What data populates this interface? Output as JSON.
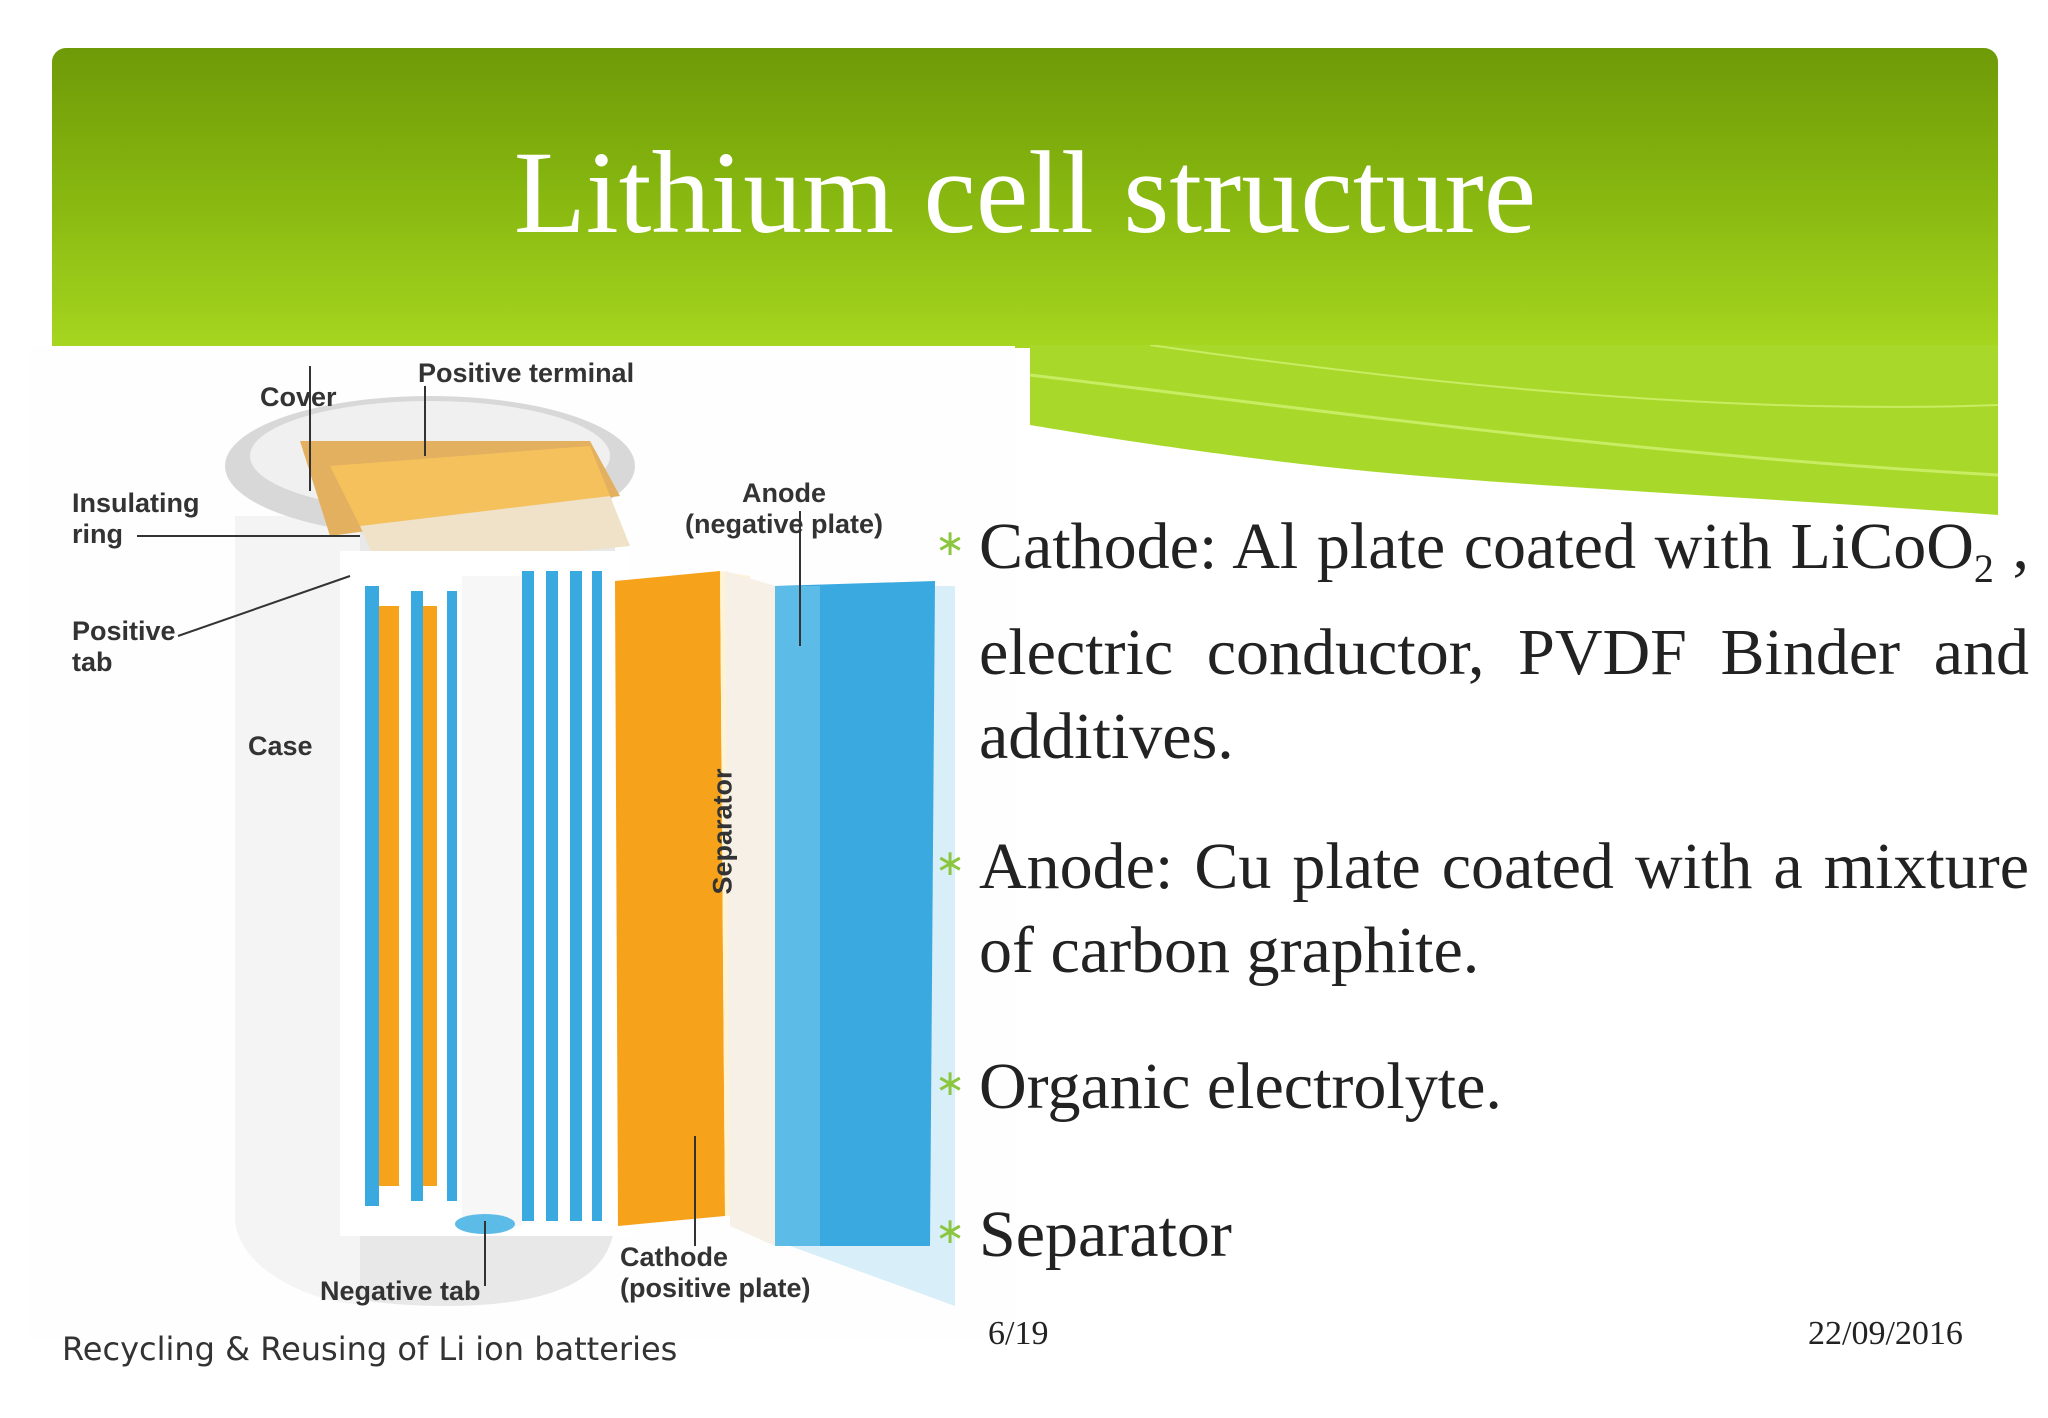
{
  "slide": {
    "title": "Lithium cell structure"
  },
  "figure": {
    "labels": {
      "cover": "Cover",
      "positive_terminal": "Positive terminal",
      "insulating_ring": "Insulating\nring",
      "positive_tab": "Positive\ntab",
      "case": "Case",
      "anode": "Anode\n(negative plate)",
      "separator": "Separator",
      "negative_tab": "Negative tab",
      "cathode": "Cathode\n(positive plate)"
    },
    "colors": {
      "cathode": "#f7a21b",
      "anode": "#3aa9e0",
      "case": "#e6e6e6"
    }
  },
  "bullets": [
    {
      "icon": "asterisk-icon",
      "prefix": "Cathode:  Al  plate  coated  with LiCoO",
      "sub": "2",
      "suffix": " ,  electric  conductor,  PVDF Binder and additives."
    },
    {
      "icon": "asterisk-icon",
      "text": "Anode:  Cu  plate  coated  with  a mixture of carbon graphite."
    },
    {
      "icon": "asterisk-icon",
      "text": "Organic electrolyte."
    },
    {
      "icon": "asterisk-icon",
      "text": "Separator"
    }
  ],
  "footer": {
    "left": "Recycling & Reusing of Li ion batteries",
    "page": "6/19",
    "date": "22/09/2016"
  },
  "theme": {
    "banner_dark": "#6e9a08",
    "banner_light": "#a6d61f",
    "bullet_color": "#8cc63f"
  }
}
